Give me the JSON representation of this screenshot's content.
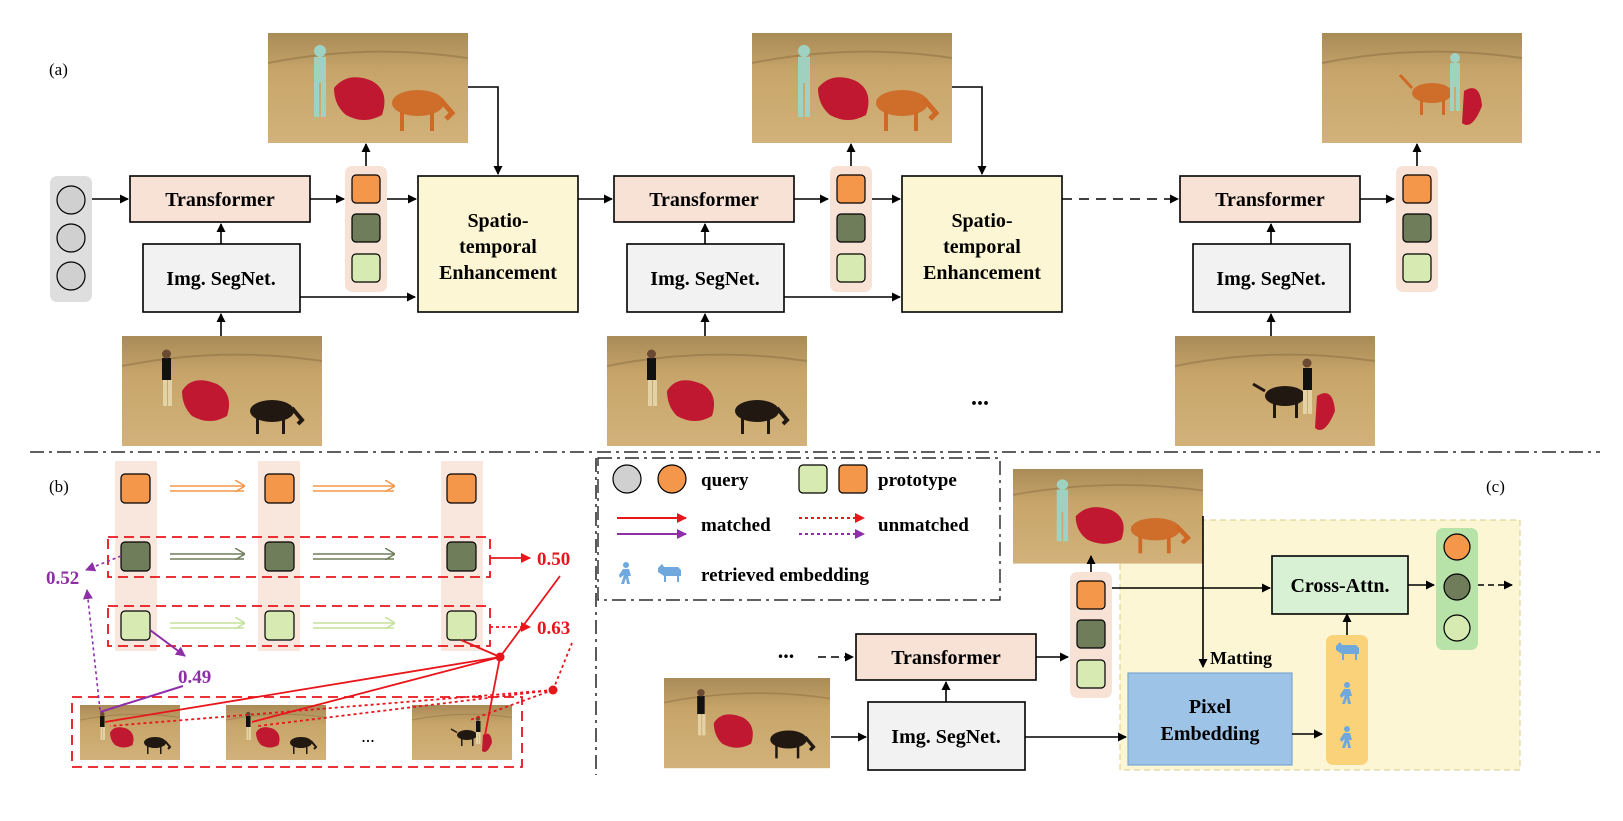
{
  "panel_a": {
    "label": "(a)",
    "transformer_label": "Transformer",
    "segnet_label": "Img. SegNet.",
    "ste_line1": "Spatio-",
    "ste_line2": "temporal",
    "ste_line3": "Enhancement",
    "ellipsis": "..."
  },
  "panel_b": {
    "label": "(b)",
    "score_purple_top": "0.52",
    "score_purple_bottom": "0.49",
    "score_red_matched": "0.50",
    "score_red_unmatched": "0.63",
    "frames_ellipsis": "..."
  },
  "legend": {
    "query": "query",
    "prototype": "prototype",
    "matched": "matched",
    "unmatched": "unmatched",
    "retrieved": "retrieved embedding"
  },
  "panel_c": {
    "label": "(c)",
    "transformer_label": "Transformer",
    "segnet_label": "Img. SegNet.",
    "pixel_line1": "Pixel",
    "pixel_line2": "Embedding",
    "cross_attn": "Cross-Attn.",
    "matting": "Matting",
    "ellipsis": "..."
  },
  "colors": {
    "orange": "#f4974a",
    "dark_green": "#6f7d5a",
    "light_green": "#d7eab1",
    "transformer_fill": "#f8e2d6",
    "ste_fill": "#fdf6d4",
    "pixel_fill": "#9dc3e6",
    "cross_fill": "#d8f0d4",
    "red": "#e8151b",
    "purple": "#8e2fa8",
    "sand": "#c9a86a"
  }
}
